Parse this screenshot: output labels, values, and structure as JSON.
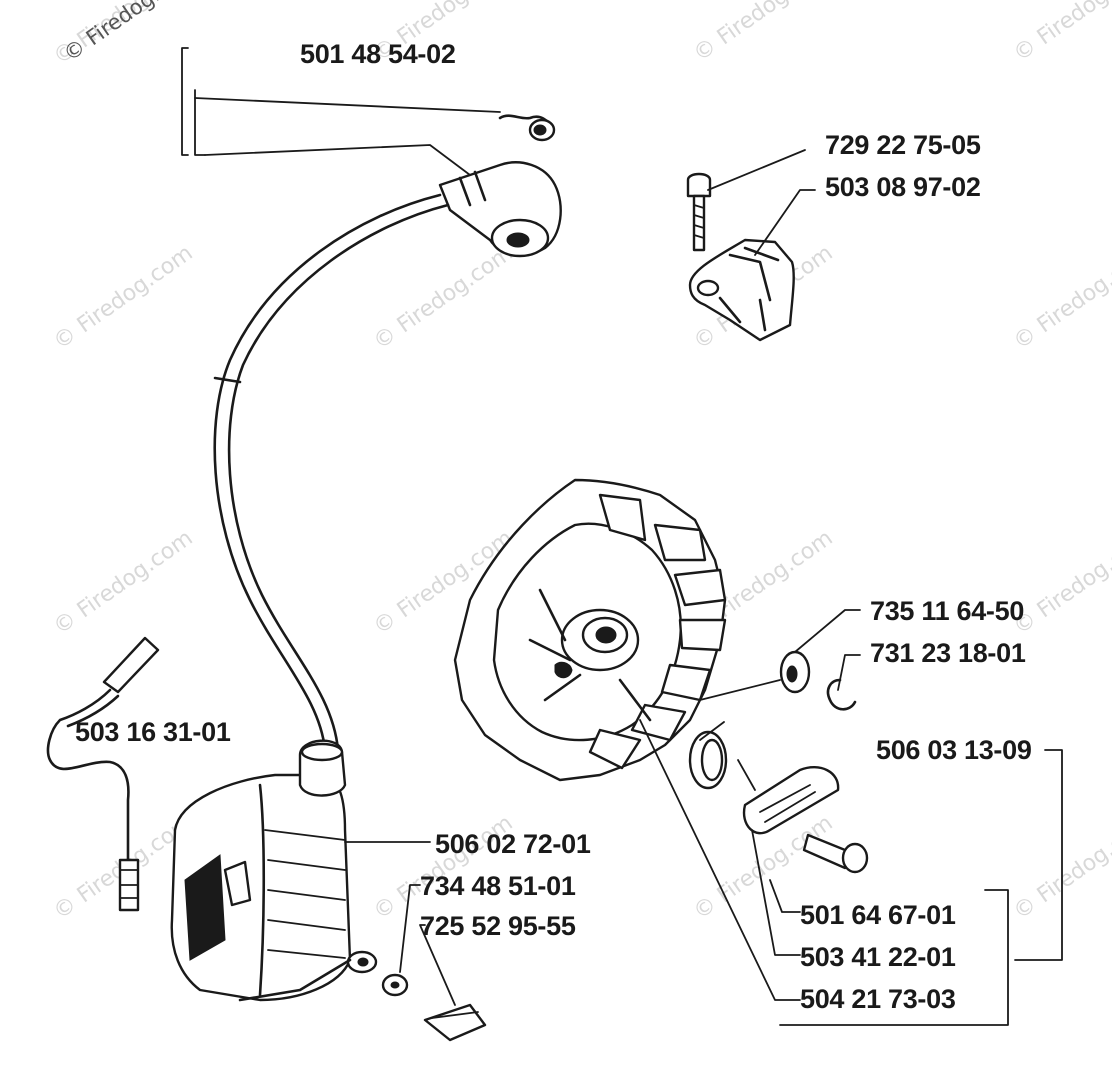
{
  "watermark": "© Firedog.com",
  "parts": [
    {
      "id": "ignition-lead-assembly",
      "number": "501 48 54-02"
    },
    {
      "id": "screw-top",
      "number": "729 22 75-05"
    },
    {
      "id": "bracket",
      "number": "503 08 97-02"
    },
    {
      "id": "washer-small",
      "number": "735 11 64-50"
    },
    {
      "id": "nut-clip",
      "number": "731 23 18-01"
    },
    {
      "id": "short-circuit-cable",
      "number": "503 16 31-01"
    },
    {
      "id": "flywheel-kit",
      "number": "506 03 13-09"
    },
    {
      "id": "ignition-module",
      "number": "506 02 72-01"
    },
    {
      "id": "washer-module",
      "number": "734 48 51-01"
    },
    {
      "id": "screw-module",
      "number": "725 52 95-55"
    },
    {
      "id": "pawl-screw",
      "number": "501 64 67-01"
    },
    {
      "id": "pawl",
      "number": "503 41 22-01"
    },
    {
      "id": "flywheel",
      "number": "504 21 73-03"
    }
  ]
}
